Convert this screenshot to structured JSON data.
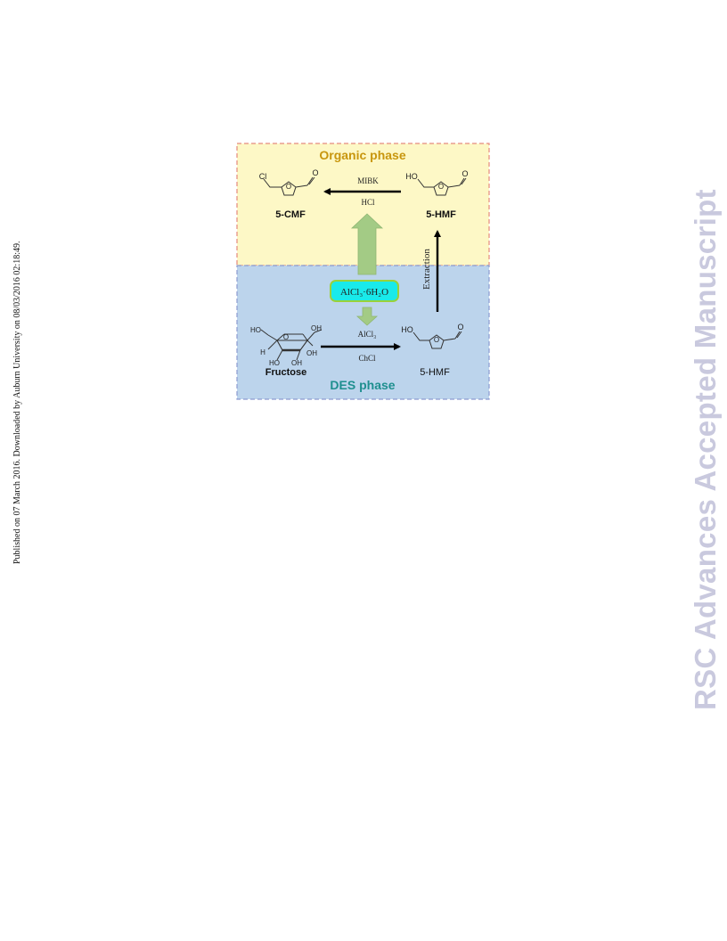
{
  "page": {
    "side_note": "Published on 07 March 2016. Downloaded by Auburn University on 08/03/2016 02:18:49.",
    "watermark": "RSC Advances Accepted Manuscript"
  },
  "figure": {
    "organic_phase_title": "Organic phase",
    "des_phase_title": "DES phase",
    "catalyst_label": "AlCl₃·6H₂O",
    "molecules": {
      "cmf_name": "5-CMF",
      "hmf_top_name": "5-HMF",
      "hmf_bottom_name": "5-HMF",
      "fructose_name": "Fructose",
      "cl": "Cl",
      "o": "O",
      "ho": "HO",
      "oh": "OH",
      "h": "H"
    },
    "reactions": {
      "top_reagent_above": "MIBK",
      "top_reagent_below": "HCl",
      "bottom_reagent_above": "AlCl₃",
      "bottom_reagent_below": "ChCl",
      "extraction": "Extraction"
    },
    "colors": {
      "organic_fill": "#fdf8c6",
      "organic_border": "#e58a7d",
      "organic_title": "#c8960e",
      "des_fill": "#bcd4ec",
      "des_border": "#8c9bd0",
      "des_title": "#1f8f8f",
      "catalyst_fill": "#19eaea",
      "catalyst_border": "#9ad13a",
      "green_arrow": "#a3cb85"
    }
  }
}
